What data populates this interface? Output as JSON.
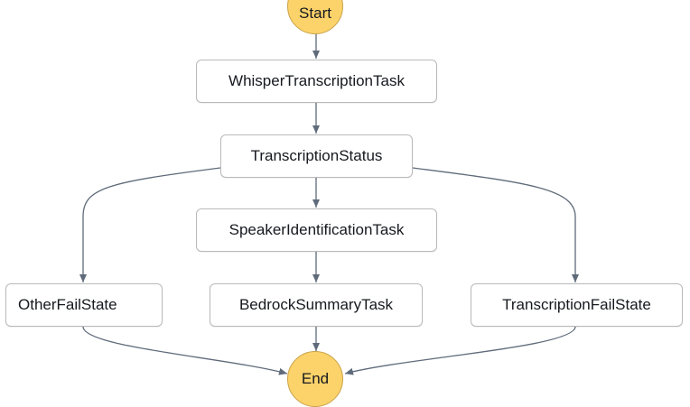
{
  "diagram": {
    "start_label": "Start",
    "end_label": "End",
    "states": {
      "whisper": "WhisperTranscriptionTask",
      "status": "TranscriptionStatus",
      "speaker": "SpeakerIdentificationTask",
      "otherfail": "OtherFailState",
      "bedrock": "BedrockSummaryTask",
      "transfail": "TranscriptionFailState"
    },
    "colors": {
      "terminal_fill": "#fcd36a",
      "terminal_border": "#c9a24a",
      "edge": "#5f6b7a",
      "node_border": "#b9b9b9"
    }
  }
}
